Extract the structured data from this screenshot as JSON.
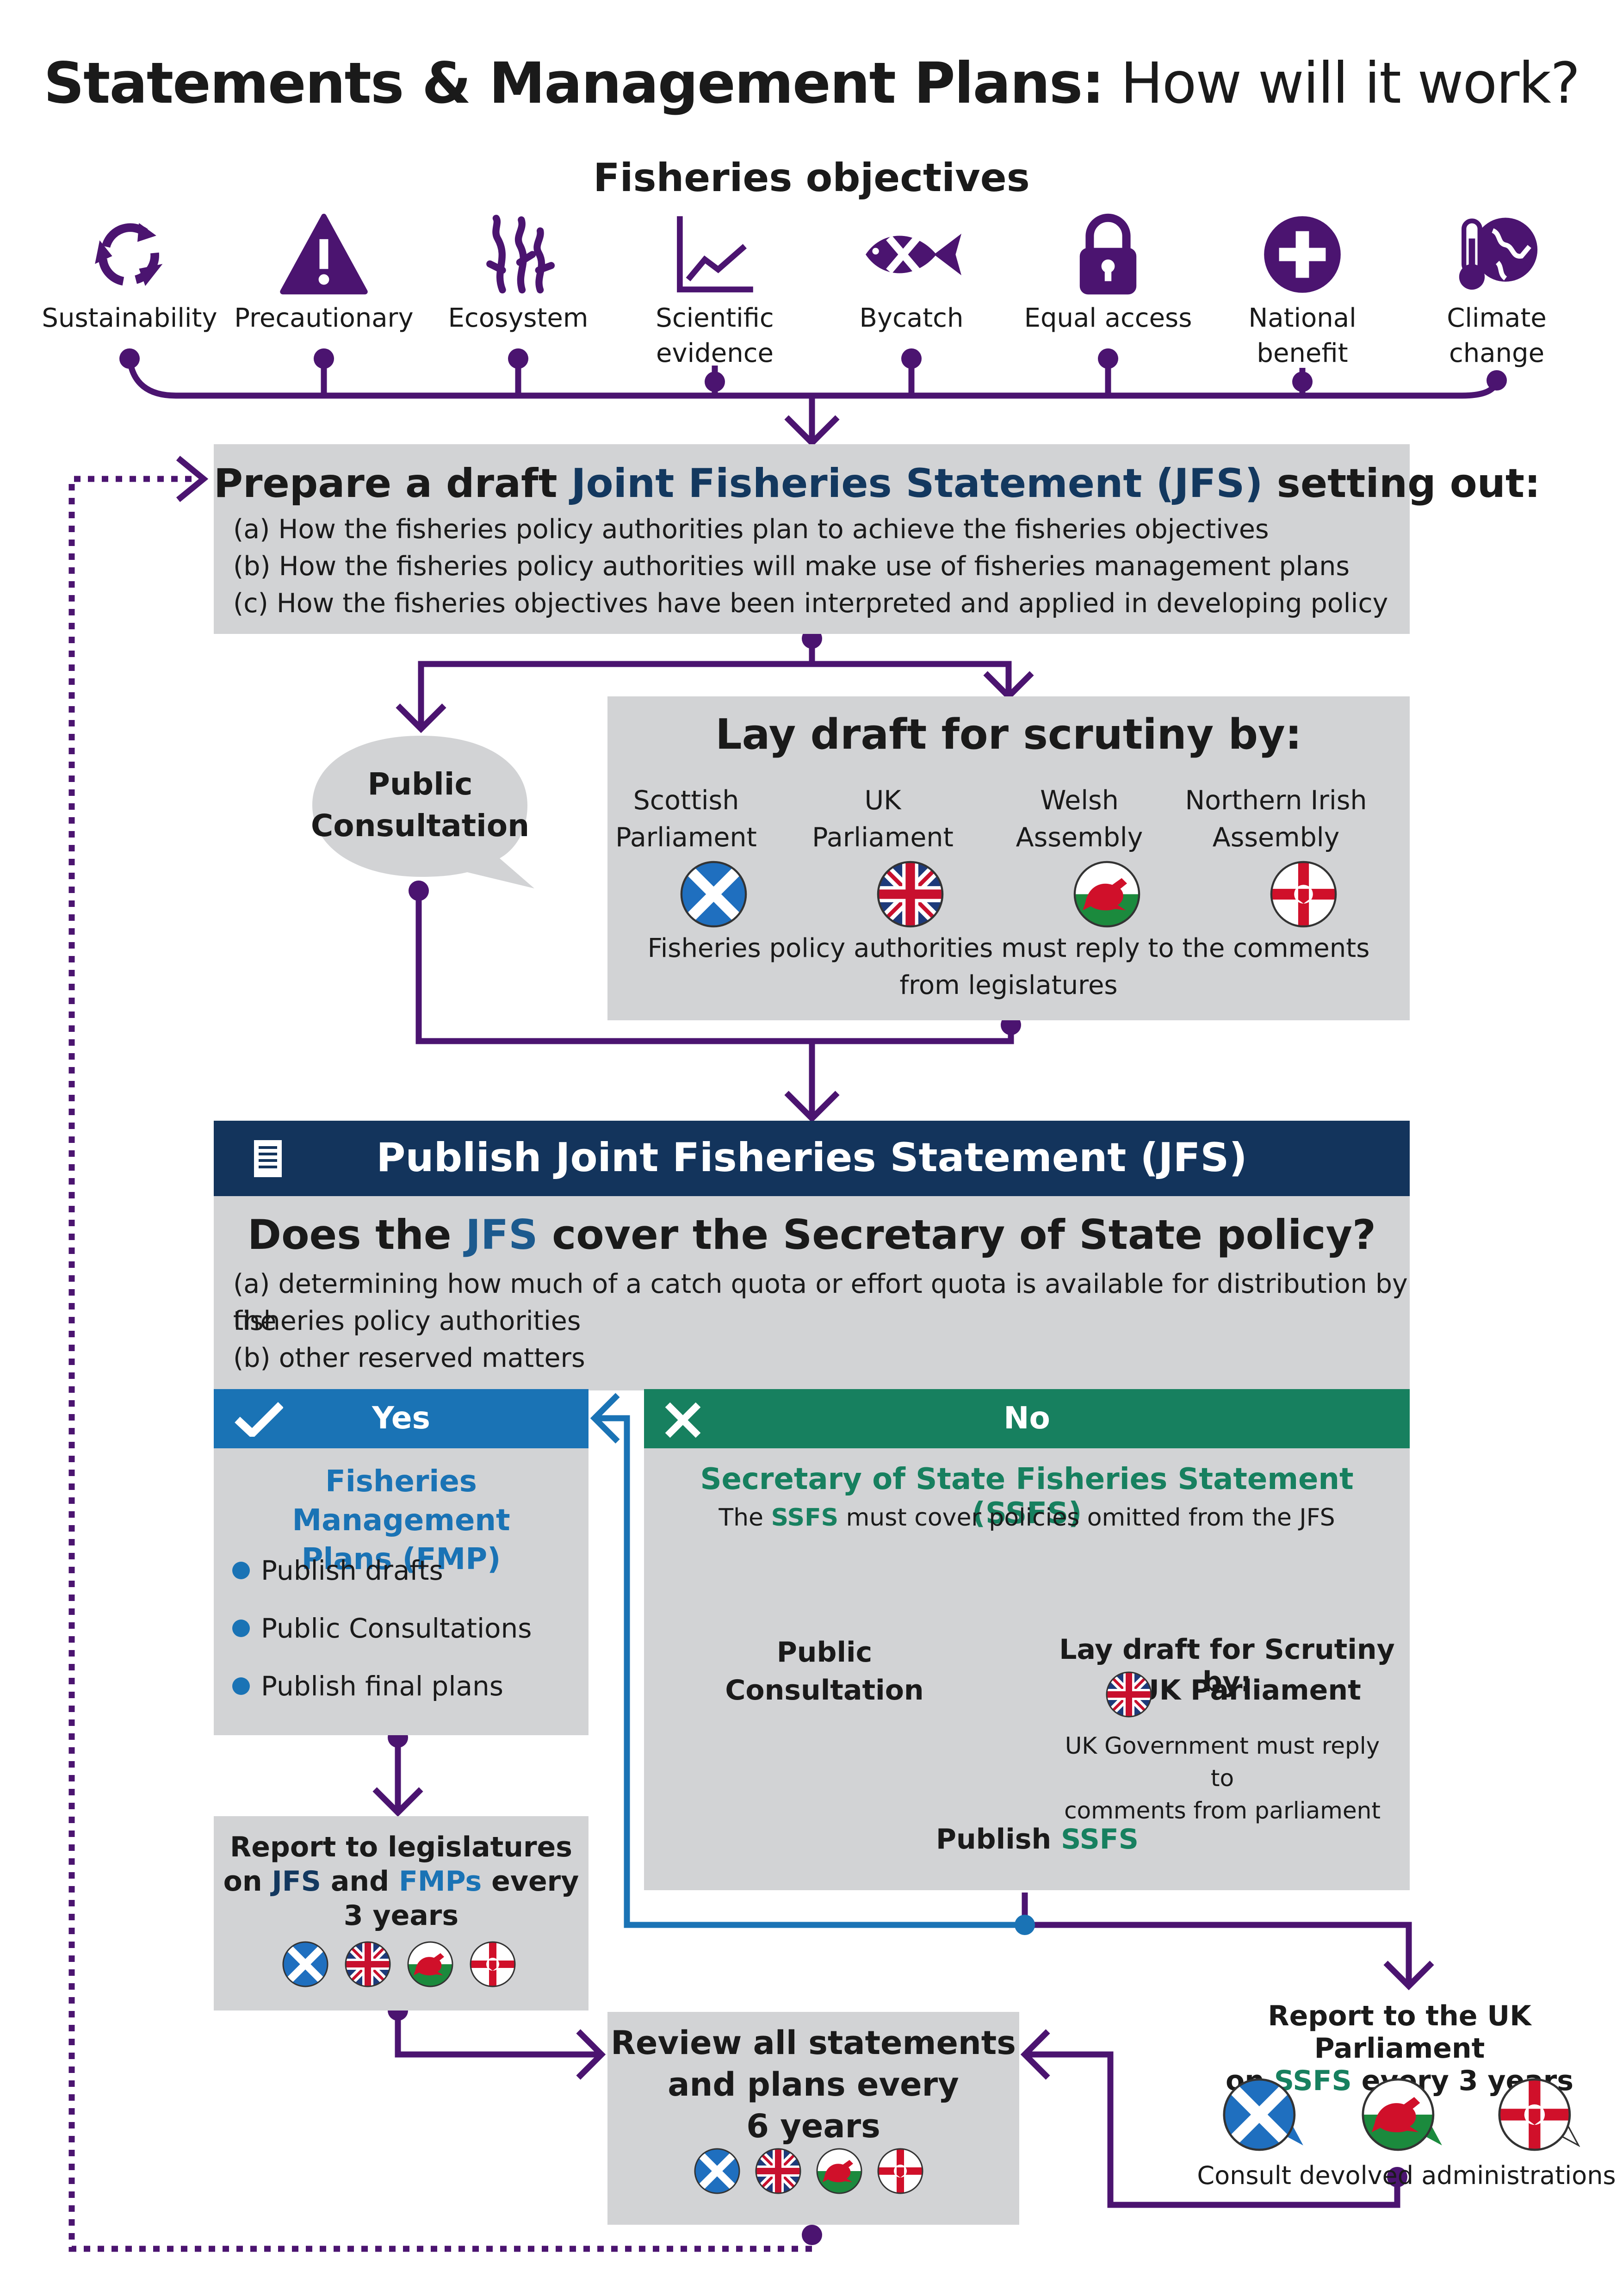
{
  "title": {
    "bold": "Statements & Management Plans:",
    "rest": "How will it work?"
  },
  "objectives": {
    "heading": "Fisheries objectives",
    "items": [
      {
        "icon": "recycle-icon",
        "label": "Sustainability"
      },
      {
        "icon": "warning-icon",
        "label": "Precautionary"
      },
      {
        "icon": "seaweed-icon",
        "label": "Ecosystem"
      },
      {
        "icon": "line-chart-icon",
        "label": "Scientific\nevidence"
      },
      {
        "icon": "fish-crossed-icon",
        "label": "Bycatch"
      },
      {
        "icon": "padlock-icon",
        "label": "Equal access"
      },
      {
        "icon": "plus-circle-icon",
        "label": "National\nbenefit"
      },
      {
        "icon": "thermometer-globe-icon",
        "label": "Climate\nchange"
      }
    ]
  },
  "prepare": {
    "title_pre": "Prepare a draft ",
    "title_hl": "Joint Fisheries Statement (JFS)",
    "title_post": " setting out:",
    "items": [
      "(a) How the fisheries policy authorities plan to achieve the fisheries objectives",
      "(b) How the fisheries policy authorities will make use of fisheries management plans",
      "(c) How the fisheries objectives have been interpreted and applied in developing policy"
    ]
  },
  "public_consultation": "Public\nConsultation",
  "lay": {
    "title": "Lay draft for scrutiny by:",
    "legislatures": [
      {
        "label": "Scottish\nParliament",
        "flag": "scotland-flag"
      },
      {
        "label": "UK\nParliament",
        "flag": "uk-flag"
      },
      {
        "label": "Welsh\nAssembly",
        "flag": "wales-flag"
      },
      {
        "label": "Northern Irish\nAssembly",
        "flag": "northern-ireland-flag"
      }
    ],
    "note": "Fisheries policy authorities must reply to the comments\nfrom legislatures"
  },
  "publish": {
    "title": "Publish Joint Fisheries Statement (JFS)"
  },
  "question": {
    "pre": "Does the ",
    "hl": "JFS",
    "post": " cover the Secretary of State policy?",
    "items": [
      "(a) determining how much of a catch quota or effort quota is available for distribution by the",
      "fisheries policy authorities",
      "(b) other reserved matters"
    ]
  },
  "yes": {
    "label": "Yes",
    "fmp_title": "Fisheries Management\nPlans (FMP)",
    "bullets": [
      "Publish drafts",
      "Public Consultations",
      "Publish final plans"
    ]
  },
  "no": {
    "label": "No",
    "ssfs_title": "Secretary of State Fisheries Statement (SSFS)",
    "sub_pre": "The ",
    "sub_hl": "SSFS",
    "sub_post": " must cover policies omitted from the JFS",
    "public_consultation": "Public\nConsultation",
    "lay_title": "Lay draft for Scrutiny by:",
    "uk_parliament": "UK Parliament",
    "uk_gov_note": "UK Government must reply to\ncomments from parliament",
    "publish_pre": "Publish ",
    "publish_hl": "SSFS"
  },
  "report": {
    "l1": "Report to legislatures",
    "l2_on": "on ",
    "l2_jfs": "JFS",
    "l2_and": " and ",
    "l2_fmps": "FMPs",
    "l2_every": " every",
    "l3": "3 years"
  },
  "review": {
    "text": "Review all statements\nand plans every\n6 years"
  },
  "uk_report": {
    "l1": "Report to the UK Parliament",
    "l2_on": "on ",
    "l2_ssfs": "SSFS",
    "l2_rest": " every 3 years",
    "consult": "Consult devolved administrations"
  },
  "colors": {
    "purple": "#4b1470",
    "navy": "#13345c",
    "blue": "#1a73b5",
    "green": "#17805f",
    "gray": "#d2d3d5"
  }
}
